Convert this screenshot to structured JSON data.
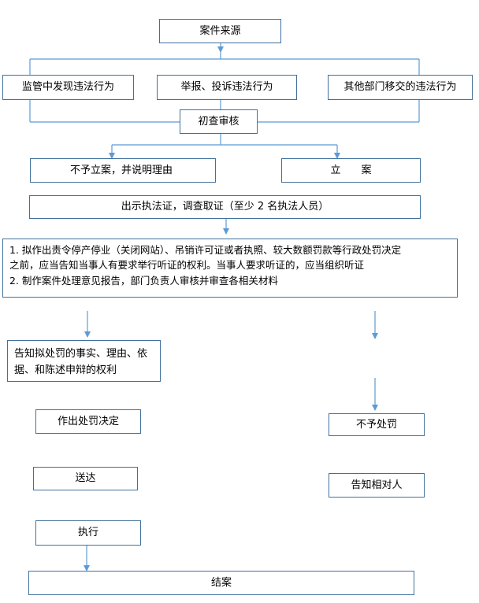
{
  "nodes": {
    "source": "案件来源",
    "found": "监管中发现违法行为",
    "report": "举报、投诉违法行为",
    "transfer": "其他部门移交的违法行为",
    "review": "初查审核",
    "no_case": "不予立案，并说明理由",
    "file_case": "立　　案",
    "investigate": "出示执法证，调查取证（至少 2 名执法人员）",
    "hearing_lines": [
      "1. 拟作出责令停产停业（关闭网站）、吊销许可证或者执照、较大数额罚款等行政处罚决定",
      "之前，应当告知当事人有要求举行听证的权利。当事人要求听证的，应当组织听证",
      "2. 制作案件处理意见报告，部门负责人审核并审查各相关材料"
    ],
    "notify_rights": "告知拟处罚的事实、理由、依据、和陈述申辩的权利",
    "decision": "作出处罚决定",
    "no_penalty": "不予处罚",
    "deliver": "送达",
    "notify_party": "告知相对人",
    "execute": "执行",
    "close": "结案"
  },
  "colors": {
    "border": "#41719C",
    "line": "#5B9BD5"
  }
}
